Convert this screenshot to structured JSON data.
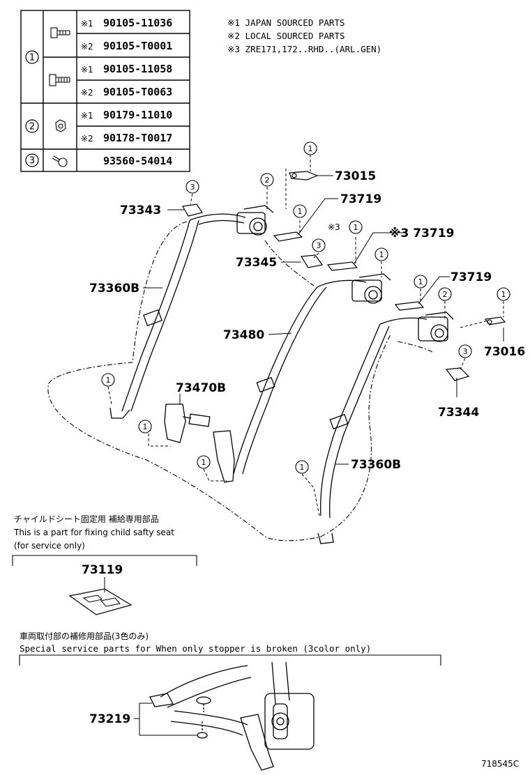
{
  "fastener_table": {
    "rows": [
      {
        "group": "1",
        "mark": "※1",
        "part": "90105-11036"
      },
      {
        "group": "1",
        "mark": "※2",
        "part": "90105-T0001"
      },
      {
        "group": "1",
        "mark": "※1",
        "part": "90105-11058"
      },
      {
        "group": "1",
        "mark": "※2",
        "part": "90105-T0063"
      },
      {
        "group": "2",
        "mark": "※1",
        "part": "90179-11010"
      },
      {
        "group": "2",
        "mark": "※2",
        "part": "90178-T0017"
      },
      {
        "group": "3",
        "mark": "",
        "part": "93560-54014"
      }
    ],
    "group_labels": [
      "1",
      "2",
      "3"
    ]
  },
  "legend": [
    "※1  JAPAN  SOURCED  PARTS",
    "※2  LOCAL  SOURCED  PARTS",
    "※3  ZRE171,172..RHD..(ARL.GEN)"
  ],
  "callouts": {
    "p73015": "73015",
    "p73719a": "73719",
    "p73719b": "※3 73719",
    "p73719c": "73719",
    "p73343": "73343",
    "p73345": "73345",
    "p73360b_left": "73360B",
    "p73480": "73480",
    "p73016": "73016",
    "p73344": "73344",
    "p73470b": "73470B",
    "p73360b_right": "73360B",
    "p73119": "73119",
    "p73219": "73219",
    "mark3": "※3"
  },
  "circle_marks": {
    "c1": "1",
    "c2": "2",
    "c3": "3"
  },
  "child_seat_note": {
    "jp": "チャイルドシート固定用 補給専用部品",
    "en1": "This is a part for fixing child safty seat",
    "en2": "(for service only)"
  },
  "stopper_note": {
    "jp": "車両取付部の補修用部品(3色のみ)",
    "en": "Special   service  parts  for  When  only  stopper  is  broken  (3color  only)"
  },
  "figure_id": "718545C"
}
